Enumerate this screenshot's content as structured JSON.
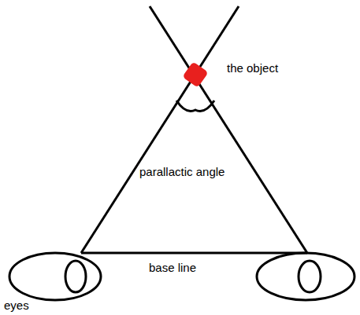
{
  "diagram": {
    "labels": [
      "the object",
      "parallactic angle",
      "base line",
      "eyes"
    ]
  }
}
